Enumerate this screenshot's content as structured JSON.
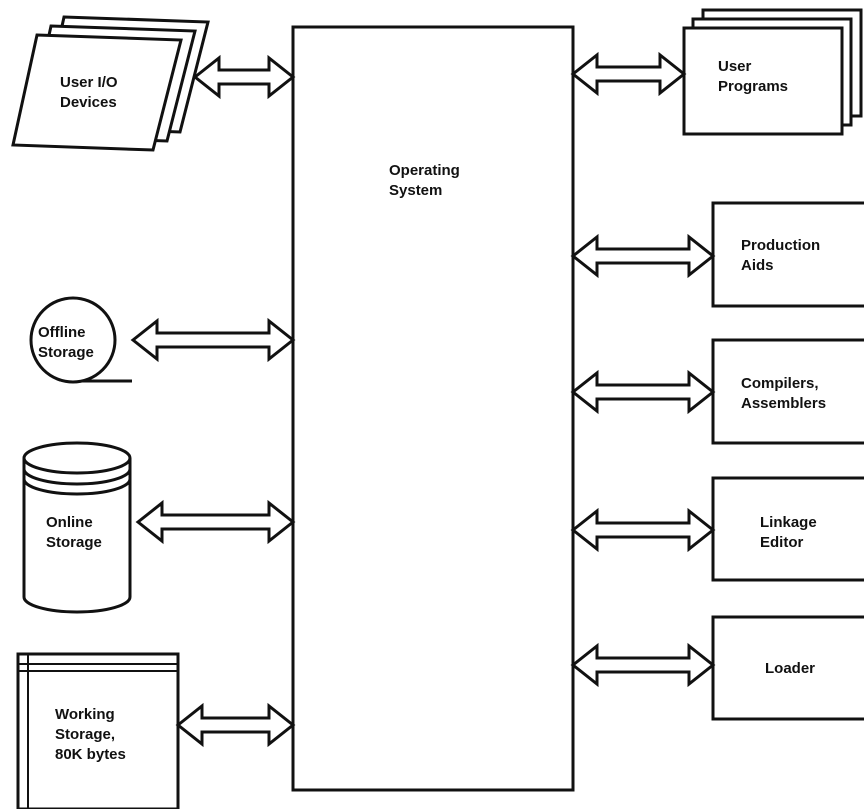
{
  "operating_system": {
    "label_line1": "Operating",
    "label_line2": "System"
  },
  "user_io_devices": {
    "label_line1": "User I/O",
    "label_line2": "Devices"
  },
  "offline_storage": {
    "label_line1": "Offline",
    "label_line2": "Storage"
  },
  "online_storage": {
    "label_line1": "Online",
    "label_line2": "Storage"
  },
  "working_storage": {
    "label_line1": "Working",
    "label_line2": "Storage,",
    "label_line3": "80K bytes"
  },
  "user_programs": {
    "label_line1": "User",
    "label_line2": "Programs"
  },
  "production_aids": {
    "label_line1": "Production",
    "label_line2": "Aids"
  },
  "compilers_assemblers": {
    "label_line1": "Compilers,",
    "label_line2": "Assemblers"
  },
  "linkage_editor": {
    "label_line1": "Linkage",
    "label_line2": "Editor"
  },
  "loader": {
    "label_line1": "Loader"
  }
}
